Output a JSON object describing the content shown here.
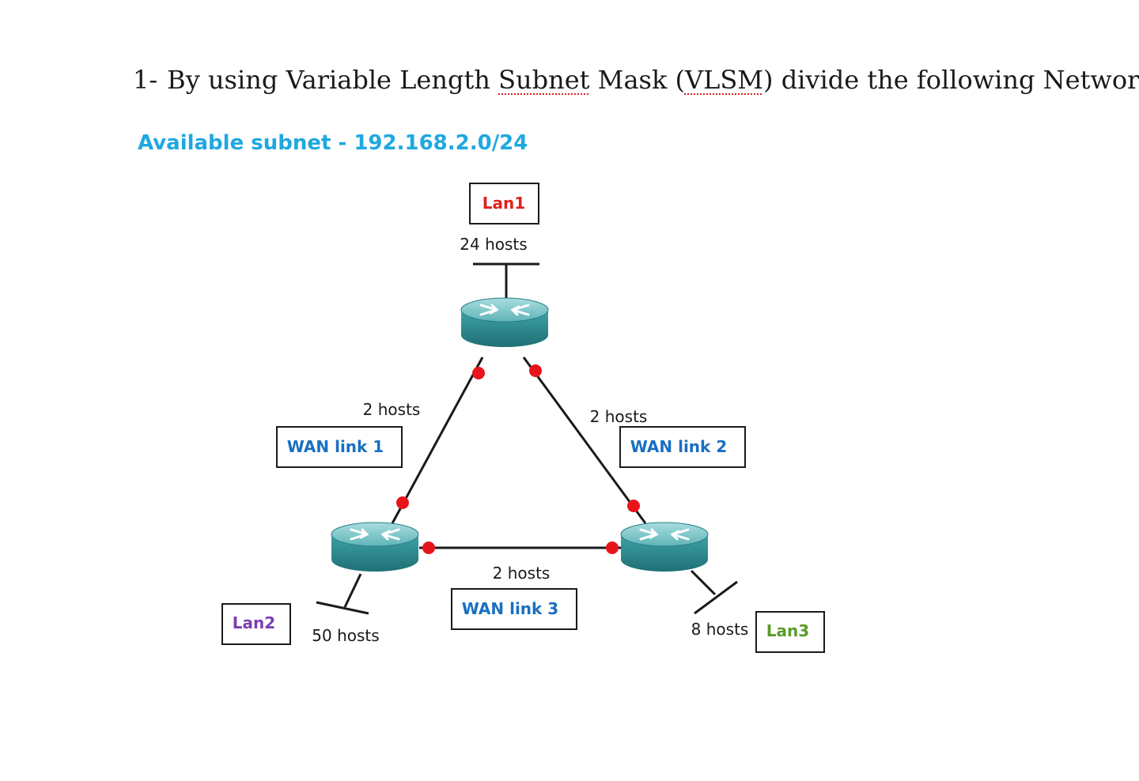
{
  "question": {
    "number": "1-",
    "text_before": "By using Variable Length ",
    "word_subnet": "Subnet",
    "text_mid": " Mask (",
    "word_vlsm": "VLSM",
    "text_after": ") divide the following Networks"
  },
  "available_subnet": "Available subnet - 192.168.2.0/24",
  "colors": {
    "subnet_text": "#1fa8e0",
    "lan1": "#e0201c",
    "lan2": "#7a3fb0",
    "lan3": "#5a9a2a",
    "wan": "#1a6fc0",
    "router_body": "#2f8e93",
    "link_dot": "#e8141c"
  },
  "networks": {
    "lan1": {
      "label": "Lan1",
      "hosts": "24 hosts"
    },
    "lan2": {
      "label": "Lan2",
      "hosts": "50 hosts"
    },
    "lan3": {
      "label": "Lan3",
      "hosts": "8 hosts"
    },
    "wan1": {
      "label": "WAN link 1",
      "hosts": "2 hosts"
    },
    "wan2": {
      "label": "WAN link 2",
      "hosts": "2 hosts"
    },
    "wan3": {
      "label": "WAN link 3",
      "hosts": "2 hosts"
    }
  },
  "icons": [
    "router-icon"
  ]
}
